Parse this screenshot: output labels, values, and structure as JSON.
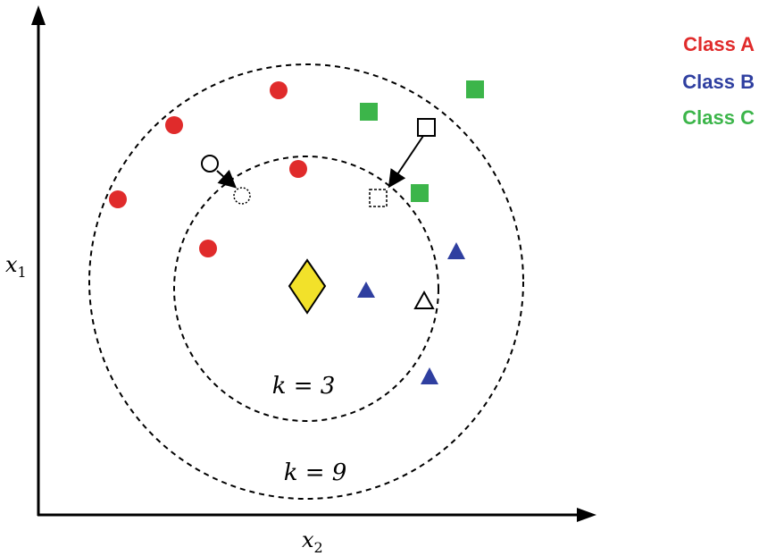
{
  "axes": {
    "x_label": "x",
    "x_sub": "2",
    "y_label": "x",
    "y_sub": "1"
  },
  "legend": [
    {
      "label": "Class A",
      "color": "#e02b2b"
    },
    {
      "label": "Class B",
      "color": "#2f3fa0"
    },
    {
      "label": "Class C",
      "color": "#3cb54a"
    }
  ],
  "circles": {
    "inner_label": "k = 3",
    "outer_label": "k = 9"
  },
  "colors": {
    "class_a": "#e02b2b",
    "class_b": "#2f3fa0",
    "class_c": "#3cb54a",
    "query": "#f2e12a"
  }
}
